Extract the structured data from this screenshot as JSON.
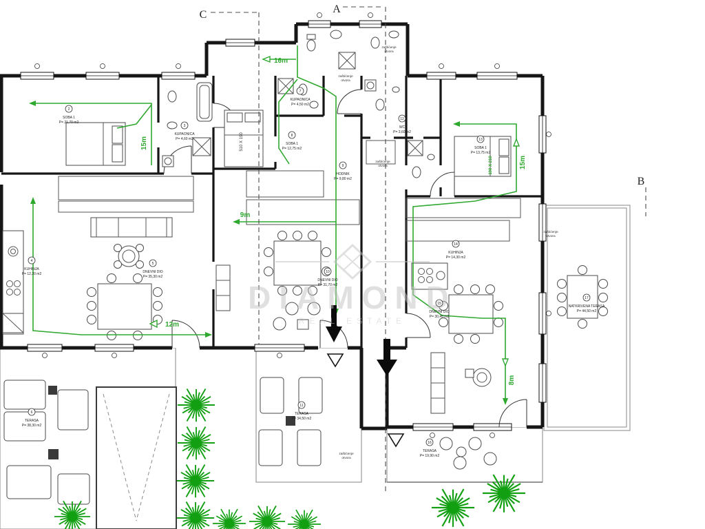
{
  "plan": {
    "sections": {
      "a": "A",
      "b": "B",
      "c": "C"
    },
    "watermark": {
      "title": "DIAMOND",
      "subtitle": "REAL ESTATE"
    },
    "routes": {
      "r16": "16m",
      "r15_left": "15m",
      "r9": "9m",
      "r12": "12m",
      "r15_right": "15m",
      "r8": "8m"
    },
    "notes": {
      "shading1": "zaštićenje",
      "shading2": "otvora"
    },
    "beds": {
      "center": "510 X 190",
      "right": "190 X 210"
    },
    "rooms": [
      {
        "num": "2",
        "name": "SOBA 1",
        "area": "P= 21,70 m2"
      },
      {
        "num": "3",
        "name": "KUPAONICA",
        "area": "P= 4,60 m2"
      },
      {
        "num": "4",
        "name": "KUHINJA",
        "area": "P= 12,20 m2"
      },
      {
        "num": "5",
        "name": "DNEVNI DIO",
        "area": "P= 35,30 m2"
      },
      {
        "num": "6",
        "name": "TERASA",
        "area": "P= 38,30 m2"
      },
      {
        "num": "7",
        "name": "KUPAONICA",
        "area": "P= 4,50 m2"
      },
      {
        "num": "8",
        "name": "SOBA 1",
        "area": "P= 12,75 m2"
      },
      {
        "num": "9",
        "name": "HODNIK",
        "area": "P= 9,80 m2"
      },
      {
        "num": "10",
        "name": "DNEVNI DIO",
        "area": "P= 31,70 m2"
      },
      {
        "num": "11",
        "name": "TERASA",
        "area": "P= 34,50 m2"
      },
      {
        "num": "12",
        "name": "WC",
        "area": "P= 3,60 m2"
      },
      {
        "num": "13",
        "name": "SOBA 1",
        "area": "P= 13,75 m2"
      },
      {
        "num": "14",
        "name": "KUHINJA",
        "area": "P= 14,30 m2"
      },
      {
        "num": "15",
        "name": "DNEVNI DIO",
        "area": "P= 30,45 m2"
      },
      {
        "num": "16",
        "name": "TERASA",
        "area": "P= 19,90 m2"
      },
      {
        "num": "17",
        "name": "NATKRIVENA TERASA",
        "area": "P= 44,50 m2"
      }
    ],
    "colors": {
      "route_green": "#2fa82f",
      "tree_green": "#12a012",
      "wall": "#161616",
      "paving_line": "#c4c4c4",
      "watermark": "#c3c3c3"
    }
  }
}
